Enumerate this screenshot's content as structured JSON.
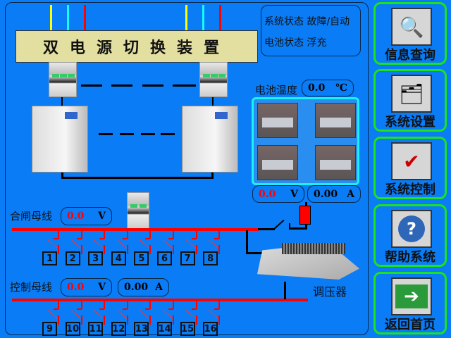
{
  "ats": {
    "title": "双电源切换装置"
  },
  "status": {
    "system_label": "系统状态",
    "system_value": "故障/自动",
    "battery_label": "电池状态",
    "battery_value": "浮充"
  },
  "battery": {
    "temp_label": "电池温度",
    "temp_value": "0.0",
    "temp_unit": "℃",
    "voltage": "0.0",
    "voltage_unit": "V",
    "current": "0.00",
    "current_unit": "A"
  },
  "closing_bus": {
    "label": "合闸母线",
    "voltage": "0.0",
    "voltage_unit": "V",
    "branches": [
      "1",
      "2",
      "3",
      "4",
      "5",
      "6",
      "7",
      "8"
    ]
  },
  "control_bus": {
    "label": "控制母线",
    "voltage": "0.0",
    "voltage_unit": "V",
    "current": "0.00",
    "current_unit": "A",
    "branches": [
      "9",
      "10",
      "11",
      "12",
      "13",
      "14",
      "15",
      "16"
    ]
  },
  "regulator": {
    "label": "调压器"
  },
  "sidebar": [
    {
      "label": "信息查询",
      "icon": "monitor-magnifier-icon"
    },
    {
      "label": "系统设置",
      "icon": "settings-tools-icon"
    },
    {
      "label": "系统控制",
      "icon": "computer-check-icon"
    },
    {
      "label": "帮助系统",
      "icon": "help-question-icon"
    },
    {
      "label": "返回首页",
      "icon": "arrow-right-icon"
    }
  ],
  "colors": {
    "background": "#0a7cf5",
    "bus": "#ff0000",
    "button_border": "#1de21d",
    "ats_box": "#e3dfa0"
  }
}
